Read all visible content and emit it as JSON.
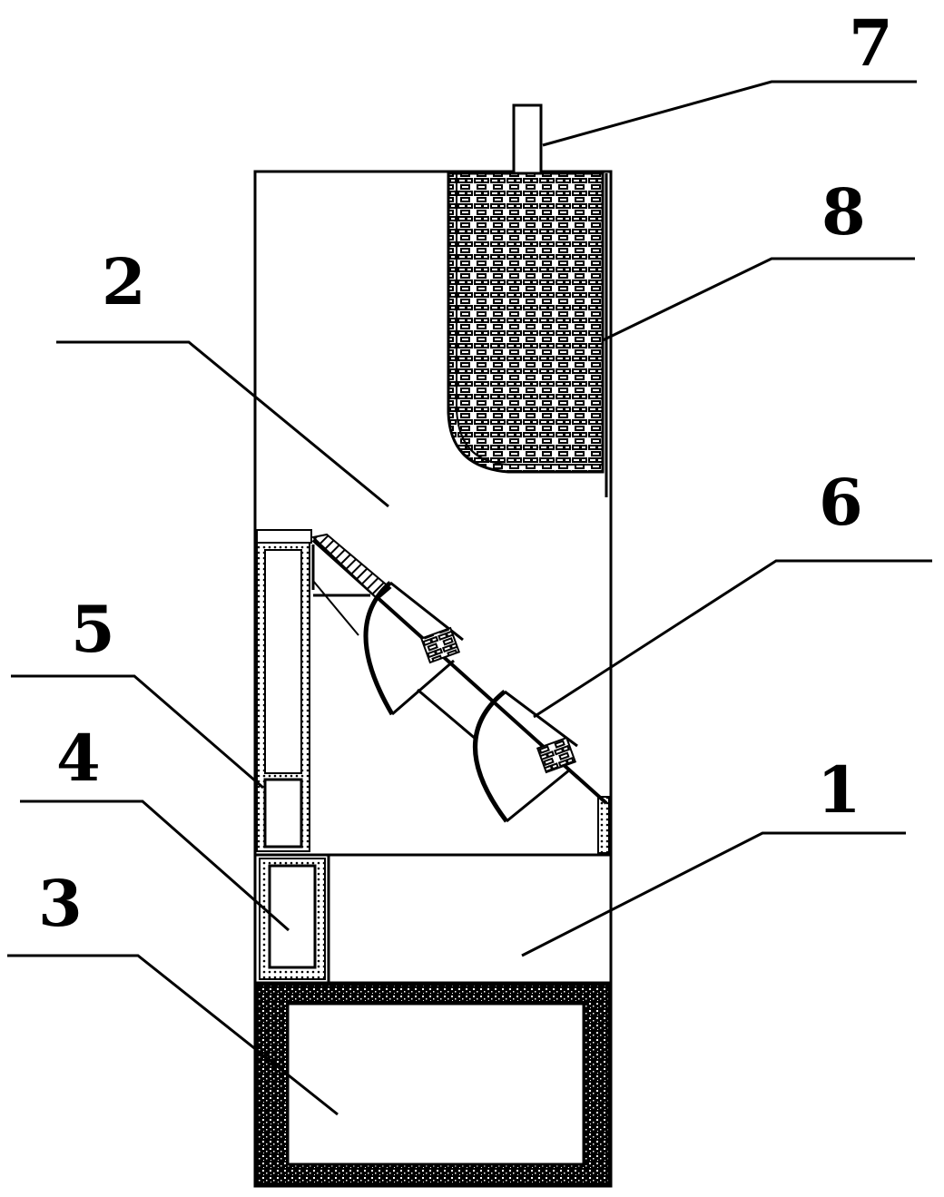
{
  "labels": {
    "1": "1",
    "2": "2",
    "3": "3",
    "4": "4",
    "5": "5",
    "6": "6",
    "7": "7",
    "8": "8"
  },
  "colors": {
    "line": "#000000",
    "background": "#ffffff"
  }
}
